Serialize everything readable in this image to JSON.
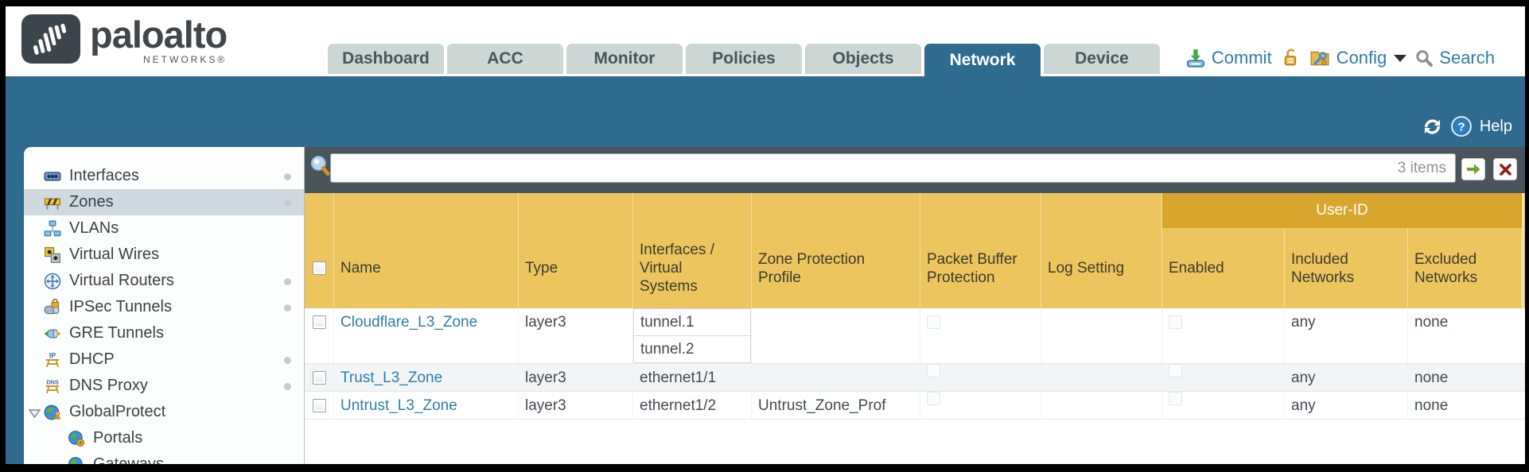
{
  "brand": {
    "name": "paloalto",
    "subname": "NETWORKS®"
  },
  "tabs": [
    {
      "label": "Dashboard",
      "active": false
    },
    {
      "label": "ACC",
      "active": false
    },
    {
      "label": "Monitor",
      "active": false
    },
    {
      "label": "Policies",
      "active": false
    },
    {
      "label": "Objects",
      "active": false
    },
    {
      "label": "Network",
      "active": true
    },
    {
      "label": "Device",
      "active": false
    }
  ],
  "actions": {
    "commit_label": "Commit",
    "config_label": "Config",
    "search_label": "Search"
  },
  "banner": {
    "help_label": "Help"
  },
  "sidebar": {
    "items": [
      {
        "label": "Interfaces",
        "icon": "interfaces-icon",
        "selected": false,
        "dot": true,
        "indent": 0
      },
      {
        "label": "Zones",
        "icon": "zones-icon",
        "selected": true,
        "dot": true,
        "indent": 0
      },
      {
        "label": "VLANs",
        "icon": "vlans-icon",
        "selected": false,
        "dot": false,
        "indent": 0
      },
      {
        "label": "Virtual Wires",
        "icon": "virtual-wires-icon",
        "selected": false,
        "dot": false,
        "indent": 0
      },
      {
        "label": "Virtual Routers",
        "icon": "virtual-routers-icon",
        "selected": false,
        "dot": true,
        "indent": 0
      },
      {
        "label": "IPSec Tunnels",
        "icon": "ipsec-tunnels-icon",
        "selected": false,
        "dot": true,
        "indent": 0
      },
      {
        "label": "GRE Tunnels",
        "icon": "gre-tunnels-icon",
        "selected": false,
        "dot": false,
        "indent": 0
      },
      {
        "label": "DHCP",
        "icon": "dhcp-icon",
        "selected": false,
        "dot": true,
        "indent": 0
      },
      {
        "label": "DNS Proxy",
        "icon": "dns-proxy-icon",
        "selected": false,
        "dot": true,
        "indent": 0
      },
      {
        "label": "GlobalProtect",
        "icon": "globalprotect-icon",
        "selected": false,
        "dot": false,
        "indent": 0,
        "expanded": true
      },
      {
        "label": "Portals",
        "icon": "portals-icon",
        "selected": false,
        "dot": false,
        "indent": 1
      },
      {
        "label": "Gateways",
        "icon": "gateways-icon",
        "selected": false,
        "dot": false,
        "indent": 1
      }
    ]
  },
  "toolbar": {
    "filter_value": "",
    "count_label": "3 items"
  },
  "table": {
    "group_header": "User-ID",
    "columns": {
      "name": "Name",
      "type": "Type",
      "interfaces": "Interfaces / Virtual Systems",
      "zone_protection": "Zone Protection Profile",
      "packet_buffer": "Packet Buffer Protection",
      "log_setting": "Log Setting",
      "enabled": "Enabled",
      "included": "Included Networks",
      "excluded": "Excluded Networks"
    },
    "rows": [
      {
        "name": "Cloudflare_L3_Zone",
        "type": "layer3",
        "interfaces": [
          "tunnel.1",
          "tunnel.2"
        ],
        "zone_protection": "",
        "log_setting": "",
        "included": "any",
        "excluded": "none"
      },
      {
        "name": "Trust_L3_Zone",
        "type": "layer3",
        "interfaces": [
          "ethernet1/1"
        ],
        "zone_protection": "",
        "log_setting": "",
        "included": "any",
        "excluded": "none"
      },
      {
        "name": "Untrust_L3_Zone",
        "type": "layer3",
        "interfaces": [
          "ethernet1/2"
        ],
        "zone_protection": "Untrust_Zone_Prof",
        "log_setting": "",
        "included": "any",
        "excluded": "none"
      }
    ]
  },
  "colors": {
    "teal": "#2e6b8e",
    "amber": "#ecc55e",
    "amber_dark": "#d8a52d",
    "slate": "#49545b",
    "link": "#2e7dad"
  }
}
